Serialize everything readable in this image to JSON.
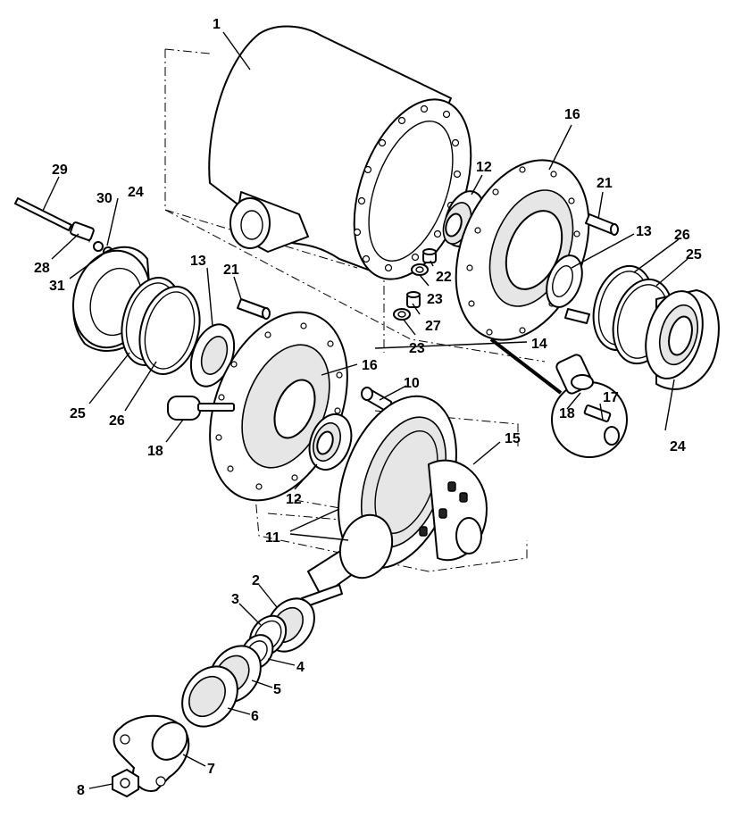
{
  "diagram": {
    "colors": {
      "line": "#000000",
      "background": "#ffffff",
      "shade": "#e6e6e6"
    },
    "callouts": {
      "c1": "1",
      "c2": "2",
      "c3": "3",
      "c4": "4",
      "c5": "5",
      "c6": "6",
      "c7": "7",
      "c8": "8",
      "c10": "10",
      "c11": "11",
      "c12a": "12",
      "c12b": "12",
      "c13a": "13",
      "c13b": "13",
      "c14": "14",
      "c15": "15",
      "c16a": "16",
      "c16b": "16",
      "c17": "17",
      "c18a": "18",
      "c18b": "18",
      "c21a": "21",
      "c21b": "21",
      "c22": "22",
      "c23a": "23",
      "c23b": "23",
      "c24a": "24",
      "c24b": "24",
      "c25a": "25",
      "c25b": "25",
      "c26a": "26",
      "c26b": "26",
      "c27": "27",
      "c28": "28",
      "c29": "29",
      "c30": "30",
      "c31": "31"
    }
  }
}
